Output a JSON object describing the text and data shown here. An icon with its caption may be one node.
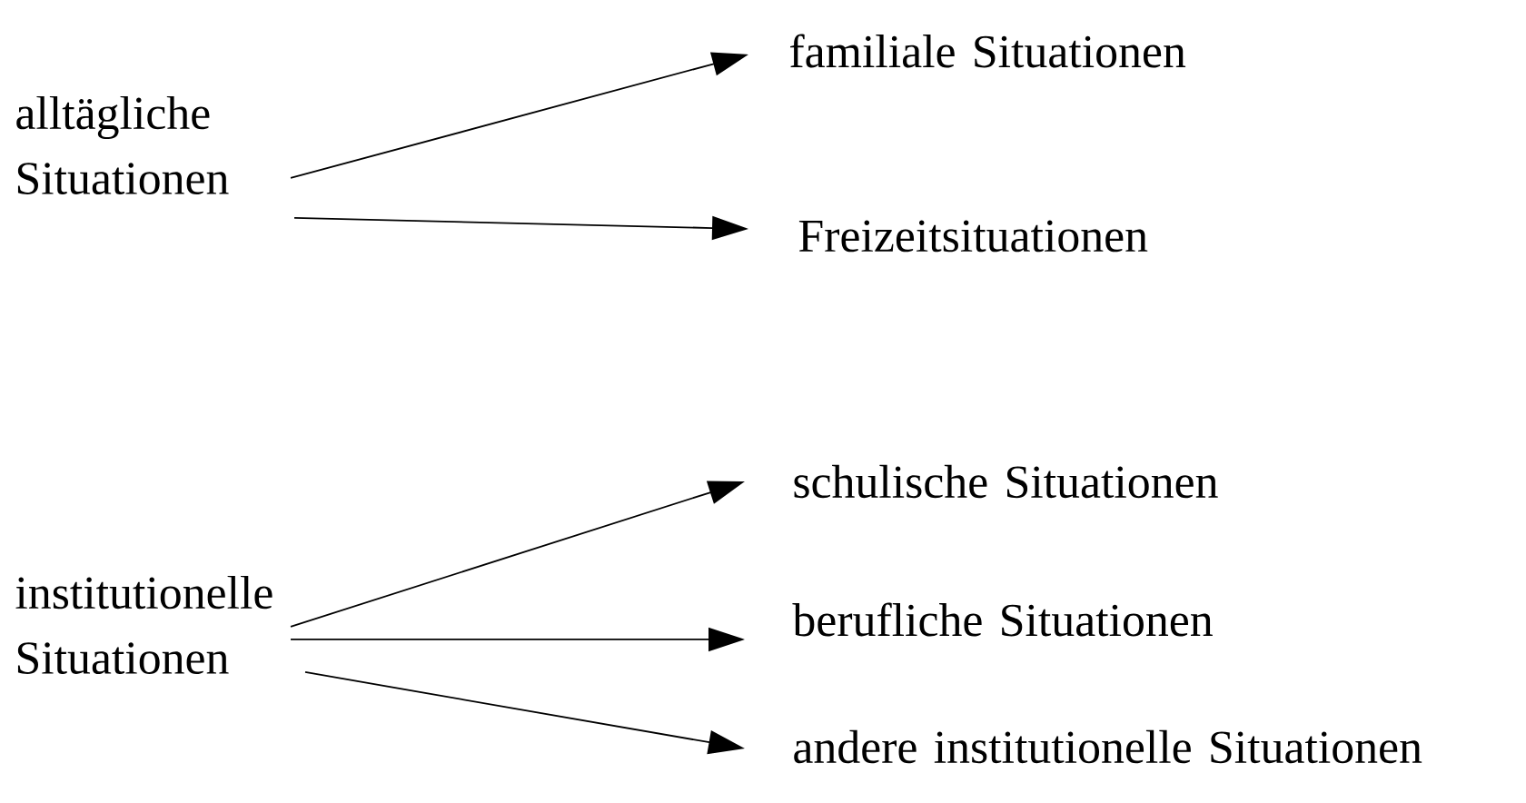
{
  "diagram": {
    "nodes": [
      {
        "text": [
          "alltägliche Situationen"
        ]
      },
      {
        "text": [
          "familiale Situationen"
        ]
      },
      {
        "text": [
          "Freizeitsituationen"
        ]
      },
      {
        "text": [
          "institutionelle Situationen"
        ]
      },
      {
        "text": [
          "schulische Situationen"
        ]
      },
      {
        "text": [
          "berufliche Situationen"
        ]
      },
      {
        "text": [
          "andere institutionelle Situationen"
        ]
      }
    ],
    "edges": [
      {
        "from": 0,
        "to": 1,
        "arrow": "to"
      },
      {
        "from": 0,
        "to": 2,
        "arrow": "to"
      },
      {
        "from": 3,
        "to": 4,
        "arrow": "to"
      },
      {
        "from": 3,
        "to": 5,
        "arrow": "to"
      },
      {
        "from": 3,
        "to": 6,
        "arrow": "to"
      }
    ]
  }
}
